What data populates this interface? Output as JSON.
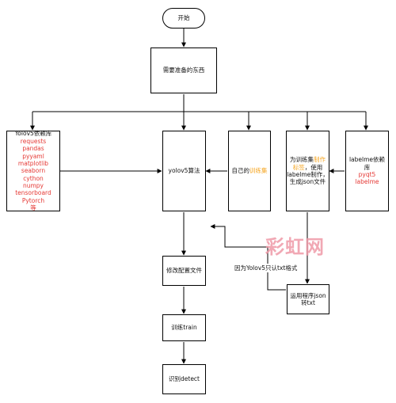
{
  "nodes": {
    "start": "开始",
    "prepare": "需要准备的东西",
    "deps": {
      "title": "Yolov5依赖库",
      "items": [
        "requests",
        "pandas",
        "pyyaml",
        "matplotlib",
        "seaborn",
        "cython",
        "numpy",
        "tensorboard",
        "Pytorch",
        "等"
      ]
    },
    "yolov5": "yolov5算法",
    "dataset": {
      "pre": "自己的",
      "highlight": "训练集"
    },
    "label_task": {
      "line1_pre": "为训练集",
      "line1_hl": "制作",
      "line2_hl": "标签",
      "line2_post": "，使用",
      "line3": "labelme制作，",
      "line4": "生成json文件"
    },
    "labelme_deps": {
      "title_line1": "labelme依赖",
      "title_line2": "库",
      "items": [
        "pyqt5",
        "labelme"
      ]
    },
    "modify_config": "修改配置文件",
    "convert": {
      "line1": "运用程序json",
      "line2": "转txt"
    },
    "train": "训练train",
    "detect": "识别detect"
  },
  "edge_labels": {
    "txt_reason": "因为Yolov5只认txt格式"
  },
  "watermark": "彩虹网",
  "colors": {
    "highlight_red": "#e53935",
    "highlight_orange": "#f5a623",
    "watermark": "#ef9aa8"
  }
}
